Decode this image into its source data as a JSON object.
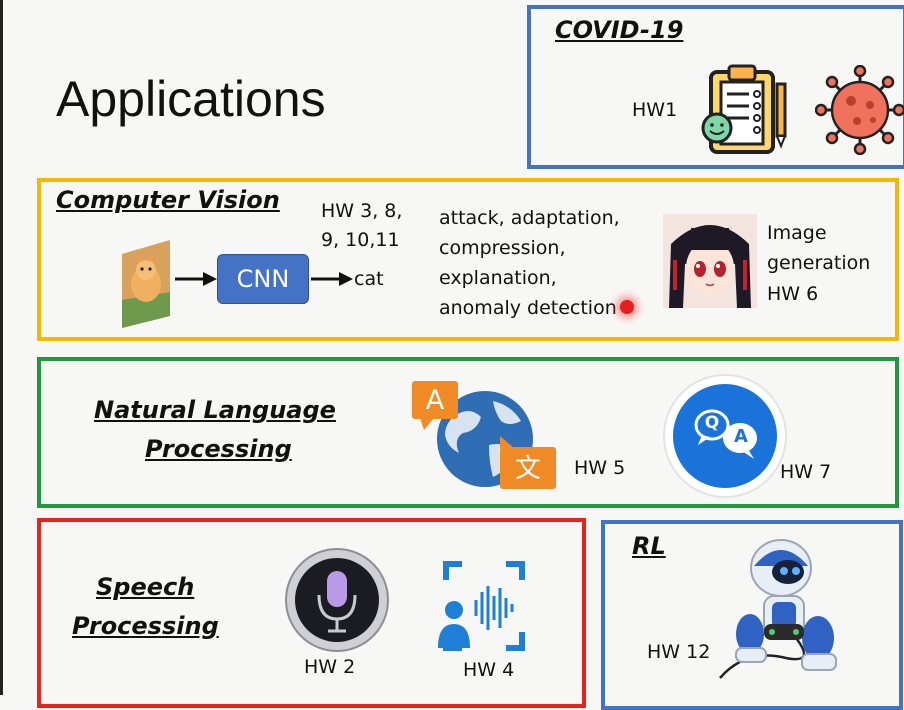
{
  "slide": {
    "title": "Applications",
    "covid": {
      "header": "COVID-19",
      "hw": "HW1"
    },
    "cv": {
      "header": "Computer Vision",
      "cnn_label": "CNN",
      "output_label": "cat",
      "hw": [
        "HW 3, 8,",
        "9, 10,11"
      ],
      "topics": [
        "attack, adaptation,",
        "compression,",
        "explanation,",
        "anomaly detection"
      ],
      "gen": [
        "Image",
        "generation",
        "HW 6"
      ]
    },
    "nlp": {
      "header": [
        "Natural Language",
        "Processing"
      ],
      "translate_a": "A",
      "translate_wen": "文",
      "hw5": "HW 5",
      "qa_q": "Q",
      "qa_a": "A",
      "hw7": "HW 7"
    },
    "speech": {
      "header": [
        "Speech",
        "Processing"
      ],
      "hw2": "HW 2",
      "hw4": "HW 4"
    },
    "rl": {
      "header": "RL",
      "hw": "HW 12"
    }
  },
  "colors": {
    "covid_border": "#4472c4",
    "cv_border": "#f5b800",
    "nlp_border": "#1e9a3c",
    "speech_border": "#e8241a",
    "rl_border": "#4472c4",
    "cnn_fill": "#4472c4"
  }
}
